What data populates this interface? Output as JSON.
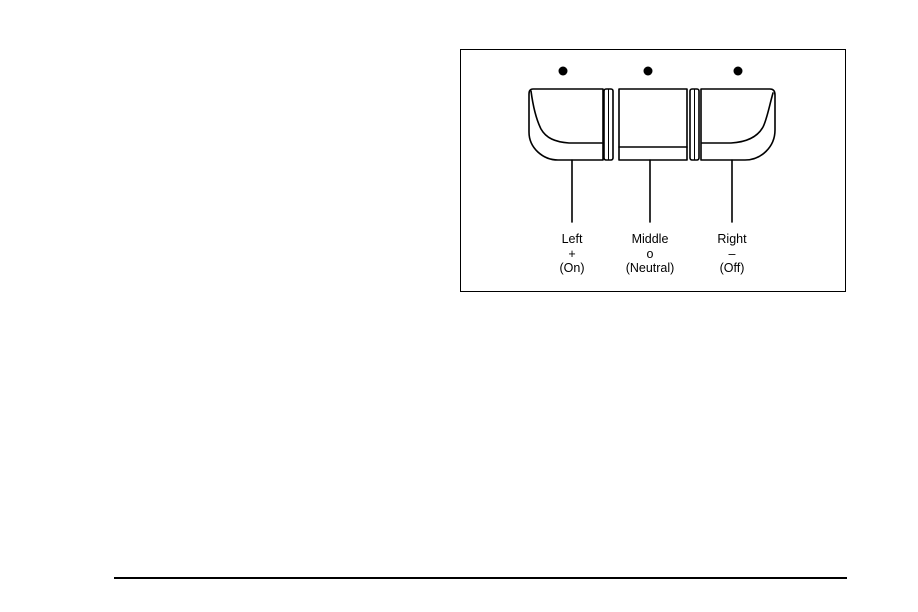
{
  "figure": {
    "buttons": [
      {
        "name": "Left",
        "symbol": "+",
        "state": "(On)"
      },
      {
        "name": "Middle",
        "symbol": "o",
        "state": "(Neutral)"
      },
      {
        "name": "Right",
        "symbol": "–",
        "state": "(Off)"
      }
    ]
  }
}
